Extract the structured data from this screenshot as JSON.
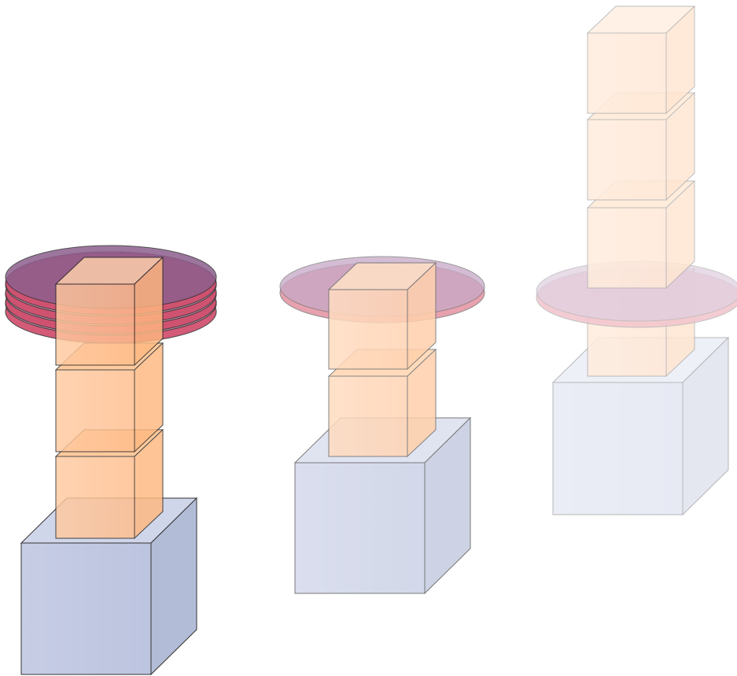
{
  "stacks": [
    {
      "id": "stack-1",
      "opacity": 1.0,
      "disc_layers": 4,
      "cube_count": 3
    },
    {
      "id": "stack-2",
      "opacity": 0.65,
      "disc_layers": 1,
      "cube_count": 2
    },
    {
      "id": "stack-3",
      "opacity": 0.35,
      "disc_layers": 1,
      "cube_count": 4
    }
  ],
  "colors": {
    "base_front": "#c2c9e2",
    "base_side": "#b3bcd8",
    "base_top": "#cfd5ea",
    "base_edge": "#333333",
    "cube_front": "#ffc79a",
    "cube_side": "#ffb985",
    "cube_top": "#ffd6b0",
    "cube_edge": "#222222",
    "disc_top": "#8c5a8c",
    "disc_rim": "#d8566e",
    "disc_edge": "#333333"
  }
}
